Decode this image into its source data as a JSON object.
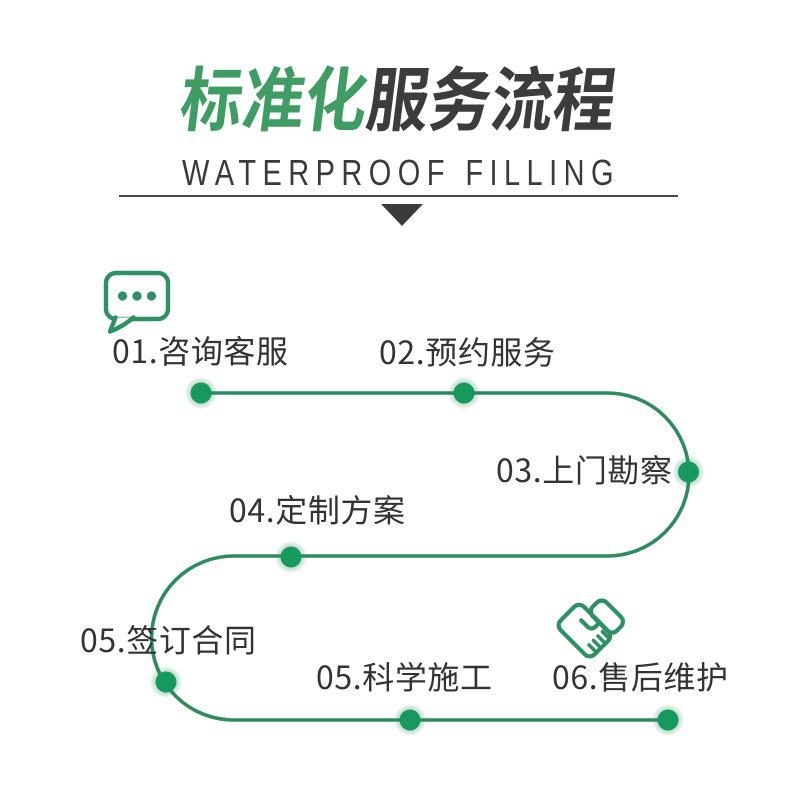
{
  "page": {
    "background": "#ffffff"
  },
  "header": {
    "title_green": "标准化",
    "title_dark": "服务流程",
    "subtitle": "WATERPROOF FILLING",
    "title_green_color": "#3f9d63",
    "title_dark_color": "#3c3c3c"
  },
  "flow": {
    "line_color": "#2e8b5e",
    "dot_color": "#15995f",
    "icon_color": "#2e9163",
    "steps": [
      {
        "number": "01.",
        "label": "咨询客服",
        "icon": "chat-bubble-icon"
      },
      {
        "number": "02.",
        "label": "预约服务",
        "icon": ""
      },
      {
        "number": "03.",
        "label": "上门勘察",
        "icon": ""
      },
      {
        "number": "04.",
        "label": "定制方案",
        "icon": ""
      },
      {
        "number": "05.",
        "label": "签订合同",
        "icon": ""
      },
      {
        "number": "05.",
        "label": "科学施工",
        "icon": ""
      },
      {
        "number": "06.",
        "label": "售后维护",
        "icon": "handshake-icon"
      }
    ]
  }
}
